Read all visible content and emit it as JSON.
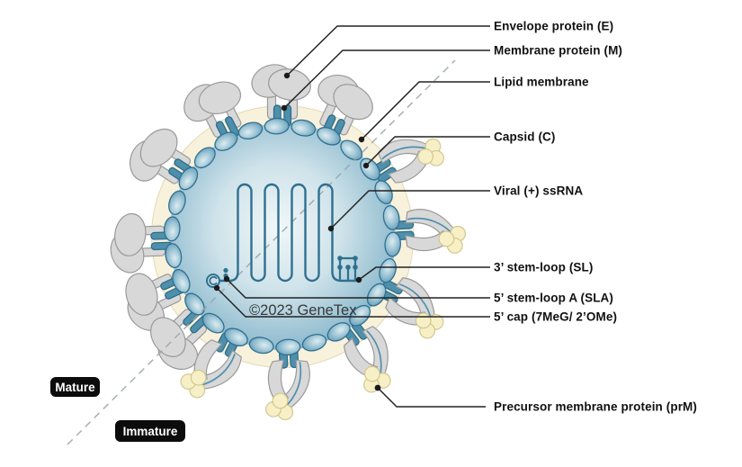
{
  "labels": [
    {
      "id": "envelope",
      "text": "Envelope protein (E)"
    },
    {
      "id": "membrane",
      "text": "Membrane protein (M)"
    },
    {
      "id": "lipid",
      "text": "Lipid membrane"
    },
    {
      "id": "capsid",
      "text": "Capsid (C)"
    },
    {
      "id": "ssrna",
      "text": "Viral (+) ssRNA"
    },
    {
      "id": "sl3",
      "text": "3’ stem-loop (SL)"
    },
    {
      "id": "sla5",
      "text": "5’ stem-loop A (SLA)"
    },
    {
      "id": "cap5",
      "text": "5’ cap (7MeG/ 2’OMe)"
    },
    {
      "id": "prm",
      "text": "Precursor membrane protein (prM)"
    }
  ],
  "badges": {
    "mature": "Mature",
    "immature": "Immature"
  },
  "watermark": "©2023 GeneTex",
  "colors": {
    "core_blue": "#6fa3bc",
    "lipid_cream": "#f8f1db",
    "spike_gray": "#d8d8d8",
    "m_protein_blue": "#4e8fac",
    "rna_teal": "#2f7090",
    "pr_peptide_yellow": "#f7f0c6",
    "leader_line": "#222222",
    "badge_black": "#0c0c0c"
  }
}
